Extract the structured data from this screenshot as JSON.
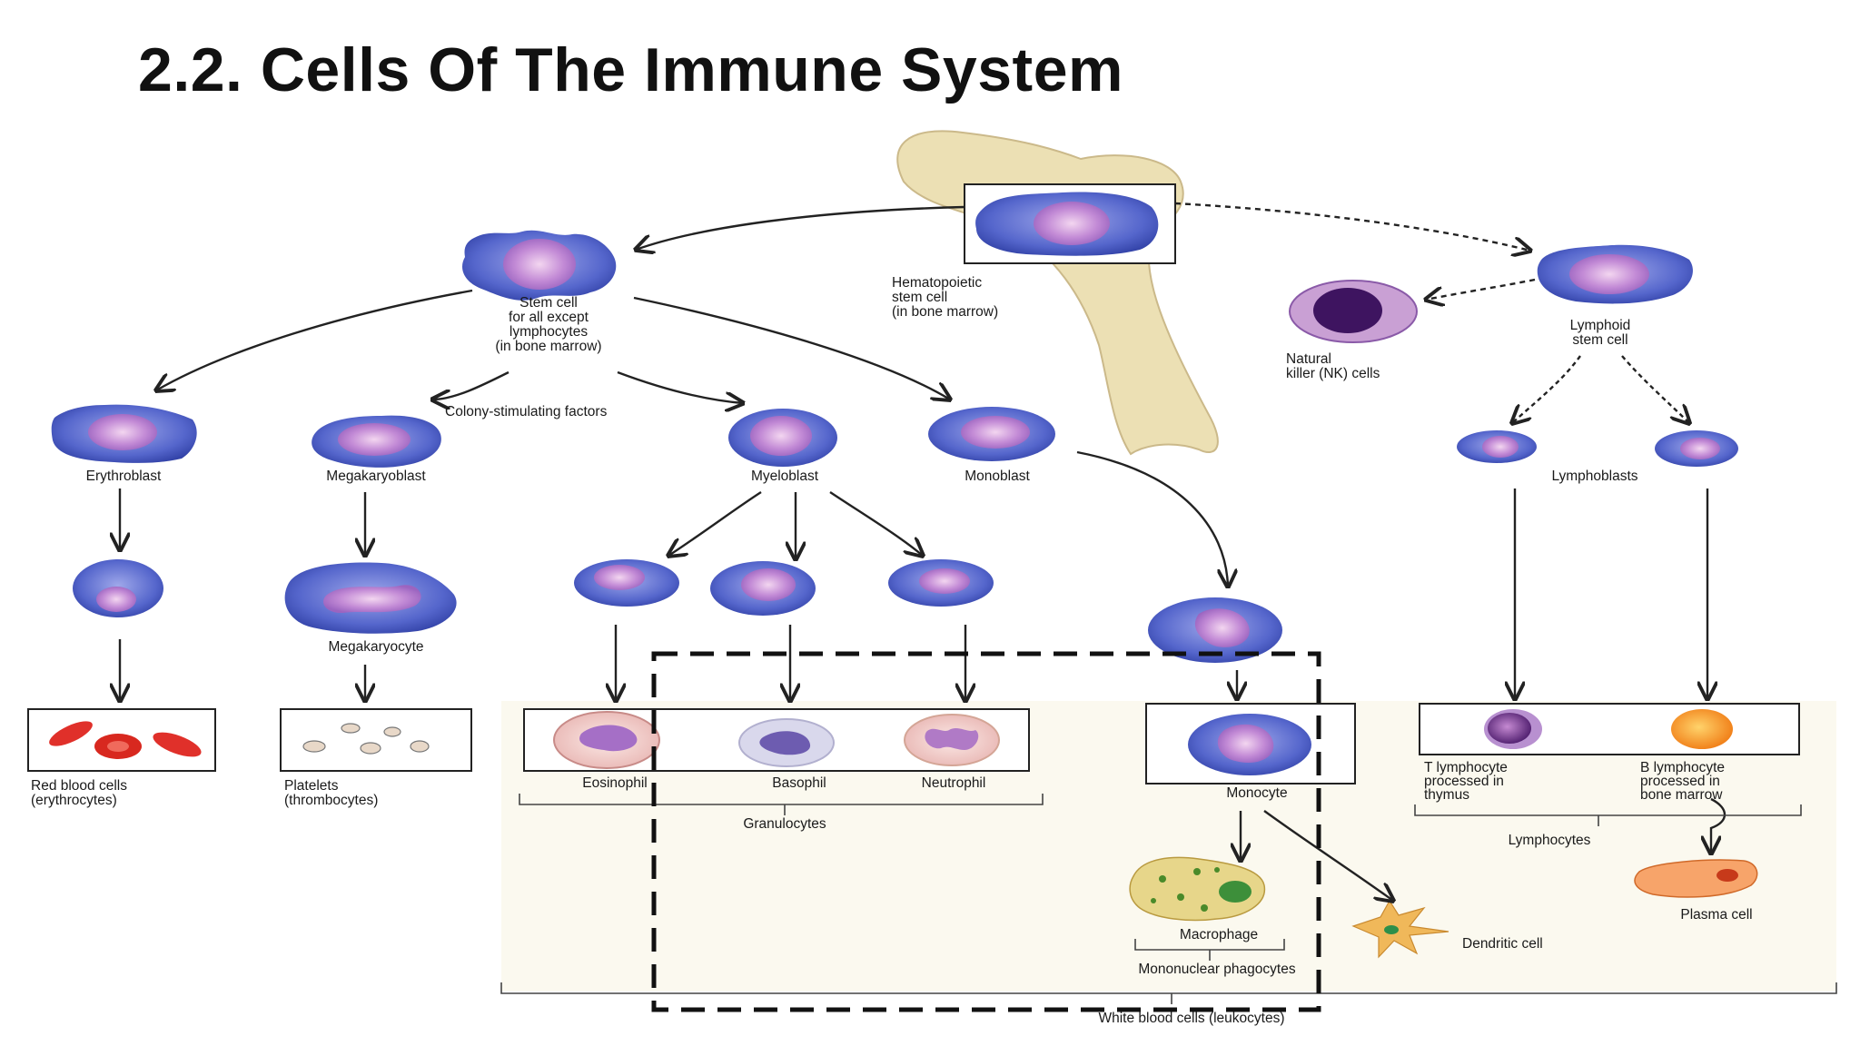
{
  "title": "2.2. Cells Of The Immune System",
  "colors": {
    "cytoplasm": "#5566cc",
    "nucleus": "#c38bd6",
    "bone": "#ece0b4",
    "panel": "#fbf9ef",
    "arrow": "#222222"
  },
  "labels": {
    "hsc": [
      "Hematopoietic",
      "stem cell",
      "(in bone marrow)"
    ],
    "stem": [
      "Stem cell",
      "for all except",
      "lymphocytes",
      "(in bone marrow)"
    ],
    "lymphoid_stem": [
      "Lymphoid",
      "stem cell"
    ],
    "nk": [
      "Natural",
      "killer (NK) cells"
    ],
    "csf": "Colony-stimulating factors",
    "erythroblast": "Erythroblast",
    "megakaryoblast": "Megakaryoblast",
    "myeloblast": "Myeloblast",
    "monoblast": "Monoblast",
    "lymphoblasts": "Lymphoblasts",
    "megakaryocyte": "Megakaryocyte",
    "rbc": [
      "Red blood cells",
      "(erythrocytes)"
    ],
    "platelets": [
      "Platelets",
      "(thrombocytes)"
    ],
    "eosinophil": "Eosinophil",
    "basophil": "Basophil",
    "neutrophil": "Neutrophil",
    "granulocytes": "Granulocytes",
    "monocyte": "Monocyte",
    "t_lymph": [
      "T lymphocyte",
      "processed in",
      "thymus"
    ],
    "b_lymph": [
      "B lymphocyte",
      "processed in",
      "bone marrow"
    ],
    "lymphocytes": "Lymphocytes",
    "plasma": "Plasma cell",
    "macrophage": "Macrophage",
    "dendritic": "Dendritic cell",
    "mono_phag": "Mononuclear phagocytes",
    "wbc": "White blood cells (leukocytes)"
  }
}
